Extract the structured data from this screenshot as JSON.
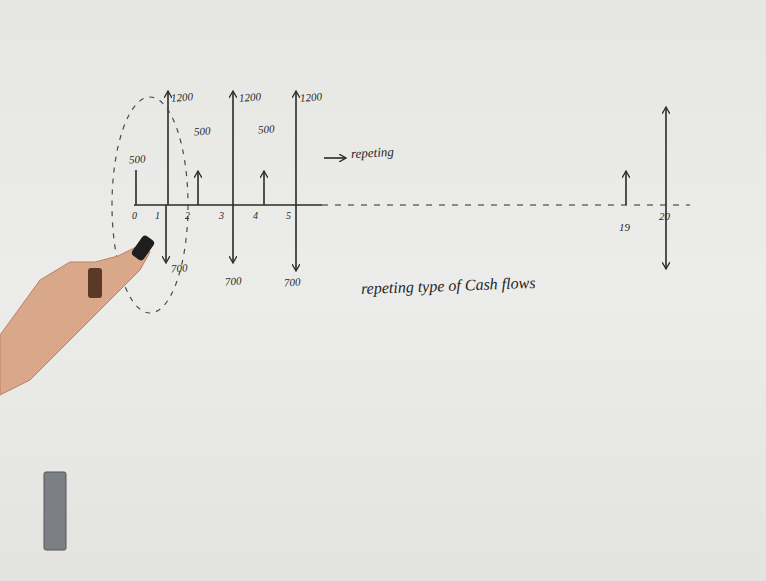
{
  "diagram": {
    "labels": [
      "1200",
      "1200",
      "1200",
      "500",
      "500",
      "500",
      "700",
      "700",
      "700",
      "0",
      "1",
      "2",
      "3",
      "4",
      "5",
      "19",
      "20",
      "repeting",
      "repeting type of Cash flows"
    ]
  }
}
